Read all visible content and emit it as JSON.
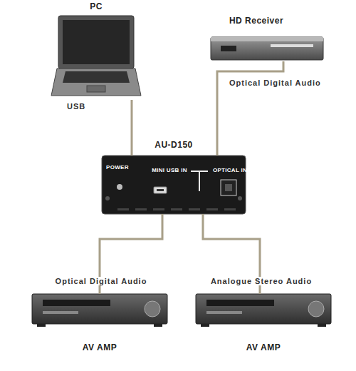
{
  "diagram": {
    "nodes": [
      {
        "text": [
          "PC"
        ]
      },
      {
        "text": [
          "HD Receiver"
        ]
      },
      {
        "text": [
          "AU-D150",
          "POWER",
          "MINI USB IN",
          "OPTICAL IN"
        ]
      },
      {
        "text": [
          "AV AMP"
        ]
      },
      {
        "text": [
          "AV AMP"
        ]
      }
    ],
    "edges": [
      {
        "from": 0,
        "to": 2,
        "label": "USB",
        "arrow": "none"
      },
      {
        "from": 1,
        "to": 2,
        "label": "Optical Digital Audio",
        "arrow": "none"
      },
      {
        "from": 2,
        "to": 3,
        "label": "Optical Digital Audio",
        "arrow": "none"
      },
      {
        "from": 2,
        "to": 4,
        "label": "Analogue Stereo Audio",
        "arrow": "none"
      }
    ]
  }
}
